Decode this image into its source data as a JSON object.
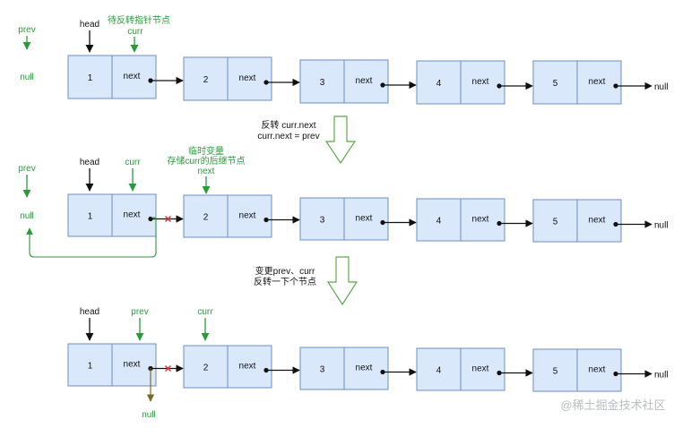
{
  "colors": {
    "node_fill": "#dae8fc",
    "node_stroke": "#6c8ebf",
    "green": "#2a9a3a",
    "brown": "#7a6a2a",
    "arrow_green_fill": "#ffffff",
    "cut_mark": "#d83030"
  },
  "rows": [
    {
      "nodes": [
        {
          "value": "1",
          "next": "next"
        },
        {
          "value": "2",
          "next": "next"
        },
        {
          "value": "3",
          "next": "next"
        },
        {
          "value": "4",
          "next": "next"
        },
        {
          "value": "5",
          "next": "next"
        }
      ],
      "tail": "null",
      "labels": {
        "head": "head",
        "prev": "prev",
        "prev_null": "null",
        "curr_line1": "待反转指针节点",
        "curr_line2": "curr"
      }
    },
    {
      "nodes": [
        {
          "value": "1",
          "next": "next"
        },
        {
          "value": "2",
          "next": "next"
        },
        {
          "value": "3",
          "next": "next"
        },
        {
          "value": "4",
          "next": "next"
        },
        {
          "value": "5",
          "next": "next"
        }
      ],
      "tail": "null",
      "labels": {
        "head": "head",
        "prev": "prev",
        "prev_null": "null",
        "curr": "curr",
        "temp_line1": "临时变量",
        "temp_line2": "存储curr的后继节点",
        "temp_line3": "next"
      }
    },
    {
      "nodes": [
        {
          "value": "1",
          "next": "next"
        },
        {
          "value": "2",
          "next": "next"
        },
        {
          "value": "3",
          "next": "next"
        },
        {
          "value": "4",
          "next": "next"
        },
        {
          "value": "5",
          "next": "next"
        }
      ],
      "tail": "null",
      "labels": {
        "head": "head",
        "prev": "prev",
        "curr": "curr",
        "down_null": "null"
      }
    }
  ],
  "steps": [
    {
      "line1": "反转 curr.next",
      "line2": "curr.next = prev"
    },
    {
      "line1": "变更prev、curr",
      "line2": "反转一下个节点"
    }
  ],
  "watermark": "@稀土掘金技术社区"
}
